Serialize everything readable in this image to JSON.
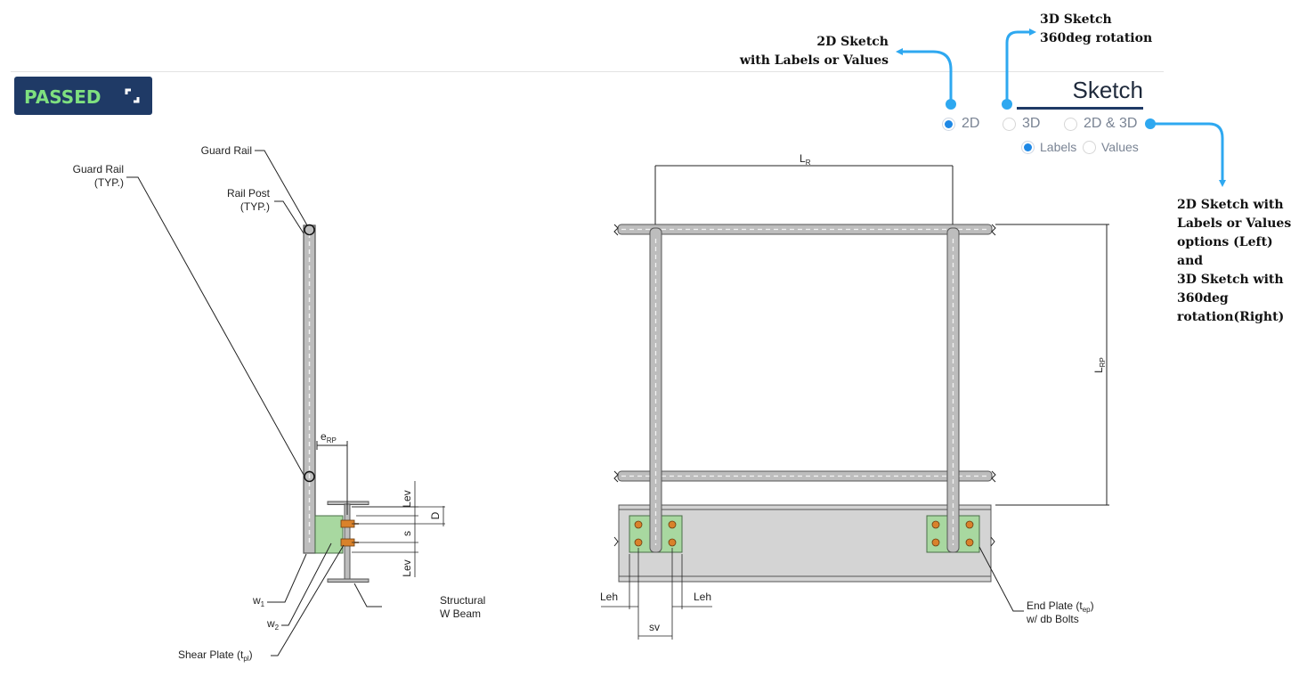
{
  "status": {
    "label": "PASSED"
  },
  "panel": {
    "title": "Sketch"
  },
  "view_options": [
    {
      "id": "2d",
      "label": "2D",
      "selected": true
    },
    {
      "id": "3d",
      "label": "3D",
      "selected": false
    },
    {
      "id": "2d3d",
      "label": "2D & 3D",
      "selected": false
    }
  ],
  "label_options": [
    {
      "id": "labels",
      "label": "Labels",
      "selected": true
    },
    {
      "id": "values",
      "label": "Values",
      "selected": false
    }
  ],
  "annotations": {
    "a2d": [
      "2D Sketch",
      "with Labels or Values"
    ],
    "a3d": [
      "3D Sketch",
      "360deg rotation"
    ],
    "a2d3d": [
      "2D Sketch with",
      "Labels or Values",
      "options (Left)",
      "and",
      "3D Sketch with",
      "360deg",
      "rotation(Right)"
    ]
  },
  "side_view": {
    "guard_rail": "Guard Rail",
    "guard_rail_typ": [
      "Guard Rail",
      "(TYP.)"
    ],
    "rail_post_typ": [
      "Rail Post",
      "(TYP.)"
    ],
    "e_rp": "e",
    "e_rp_sub": "RP",
    "lev_top": "Lev",
    "d": "D",
    "s": "s",
    "lev_bottom": "Lev",
    "w1": "w",
    "w1_sub": "1",
    "w2": "w",
    "w2_sub": "2",
    "shear_plate": "Shear Plate (t",
    "shear_plate_sub": "pl",
    "shear_plate_end": ")",
    "structural": [
      "Structural",
      "W Beam"
    ]
  },
  "front_view": {
    "lr": "L",
    "lr_sub": "R",
    "lrp": "L",
    "lrp_sub": "RP",
    "leh_left": "Leh",
    "leh_right": "Leh",
    "sv": "sv",
    "end_plate": "End Plate (t",
    "end_plate_sub": "ep",
    "end_plate_end": ")",
    "bolts": "w/ db Bolts"
  },
  "colors": {
    "header": "#1f3a66",
    "passed_text": "#7fe07f",
    "radio_accent": "#1e88e5",
    "arrow": "#2ea8f0",
    "plate_green": "#a8d8a0",
    "bolt_orange": "#d9822b",
    "member_gray": "#bdbdbd"
  },
  "icons": {
    "expand": "expand-icon"
  }
}
